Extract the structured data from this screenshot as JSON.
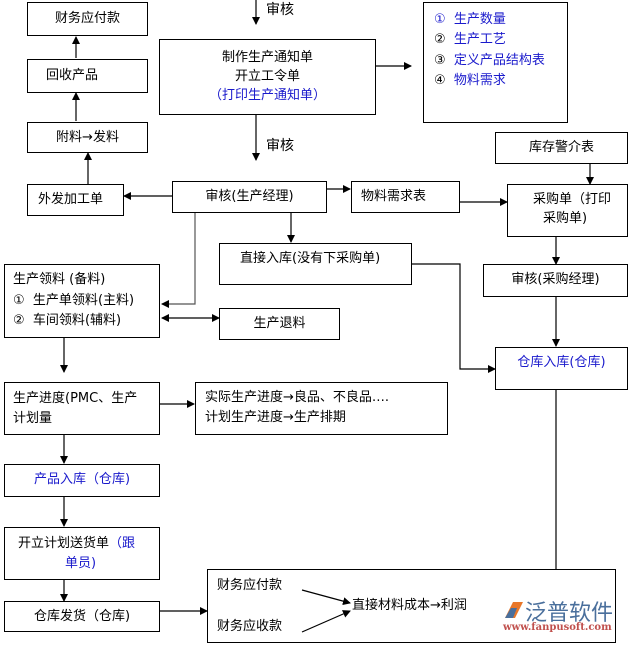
{
  "diagram": {
    "labels": {
      "review_top": "审核",
      "review_mid": "审核"
    },
    "boxes": {
      "finance_payable_top": "财务应付款",
      "recycle_products": "回收产品",
      "accessory_issue": "附料→发料",
      "outsource_order": "外发加工单",
      "production_notice": {
        "line1": "制作生产通知单",
        "line2": "开立工令单",
        "line3": "（打印生产通知单）"
      },
      "notice_contents": {
        "items": [
          {
            "num": "①",
            "text": "生产数量"
          },
          {
            "num": "②",
            "text": "生产工艺"
          },
          {
            "num": "③",
            "text": "定义产品结构表"
          },
          {
            "num": "④",
            "text": "物料需求"
          }
        ]
      },
      "inventory_alert": "库存警介表",
      "production_manager_review": {
        "prefix": "审核",
        "suffix": "(生产经理)"
      },
      "material_demand": "物料需求表",
      "purchase_order": {
        "line1": "采购单（打印",
        "line2": "采购单)"
      },
      "direct_storage": {
        "prefix": "直接入库",
        "suffix": "(没有下采购单)"
      },
      "purchase_manager_review": {
        "prefix": "审核",
        "suffix": "(采购经理)"
      },
      "production_picking": {
        "title": "生产领料 (备料)",
        "item1_num": "①",
        "item1_text": "生产单领料",
        "item1_suffix": "(主料)",
        "item2_num": "②",
        "item2_text": "车间领料",
        "item2_suffix": "(辅料)"
      },
      "production_return": "生产退料",
      "warehouse_storage": "仓库入库(仓库)",
      "production_progress": {
        "line1": "生产进度(PMC、生产",
        "line2": "计划量"
      },
      "progress_detail": {
        "line1": "实际生产进度→良品、不良品….",
        "line2": "计划生产进度→生产排期"
      },
      "product_storage": "产品入库（仓库)",
      "delivery_plan": {
        "line1_prefix": "开立计划送货单",
        "line1_suffix": "（跟",
        "line2": "单员)"
      },
      "warehouse_shipping": {
        "prefix": "仓库发货",
        "suffix": "（仓库)"
      },
      "finance_summary": {
        "payable": "财务应付款",
        "receivable": "财务应收款",
        "result": "直接材料成本→利润"
      }
    },
    "watermark": {
      "brand": "泛普软件",
      "url": "www.fanpusoft.com",
      "colors": {
        "brand": "#4a6f9c",
        "logo_orange": "#e8772a",
        "url": "#c0504d"
      }
    }
  }
}
